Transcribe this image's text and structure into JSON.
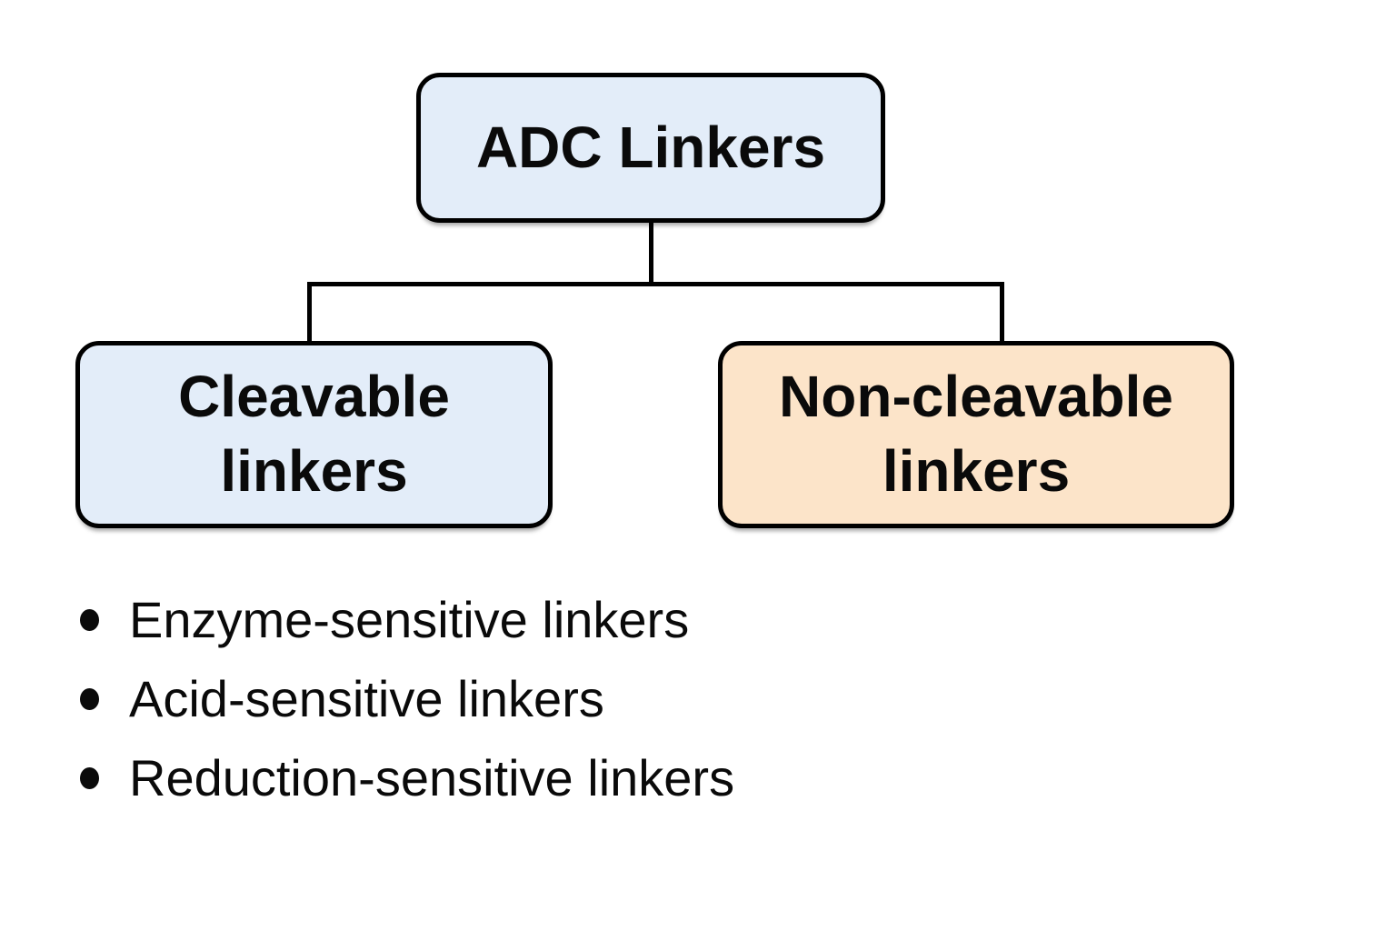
{
  "diagram": {
    "root": {
      "label": "ADC Linkers",
      "fill": "#e3edf9"
    },
    "children": [
      {
        "label": "Cleavable linkers",
        "fill": "#e3edf9"
      },
      {
        "label": "Non-cleavable linkers",
        "fill": "#fce4c9"
      }
    ],
    "border_color": "#000000",
    "line_color": "#000000",
    "background": "#ffffff"
  },
  "bullets": {
    "items": [
      "Enzyme-sensitive linkers",
      "Acid-sensitive linkers",
      "Reduction-sensitive linkers"
    ]
  }
}
